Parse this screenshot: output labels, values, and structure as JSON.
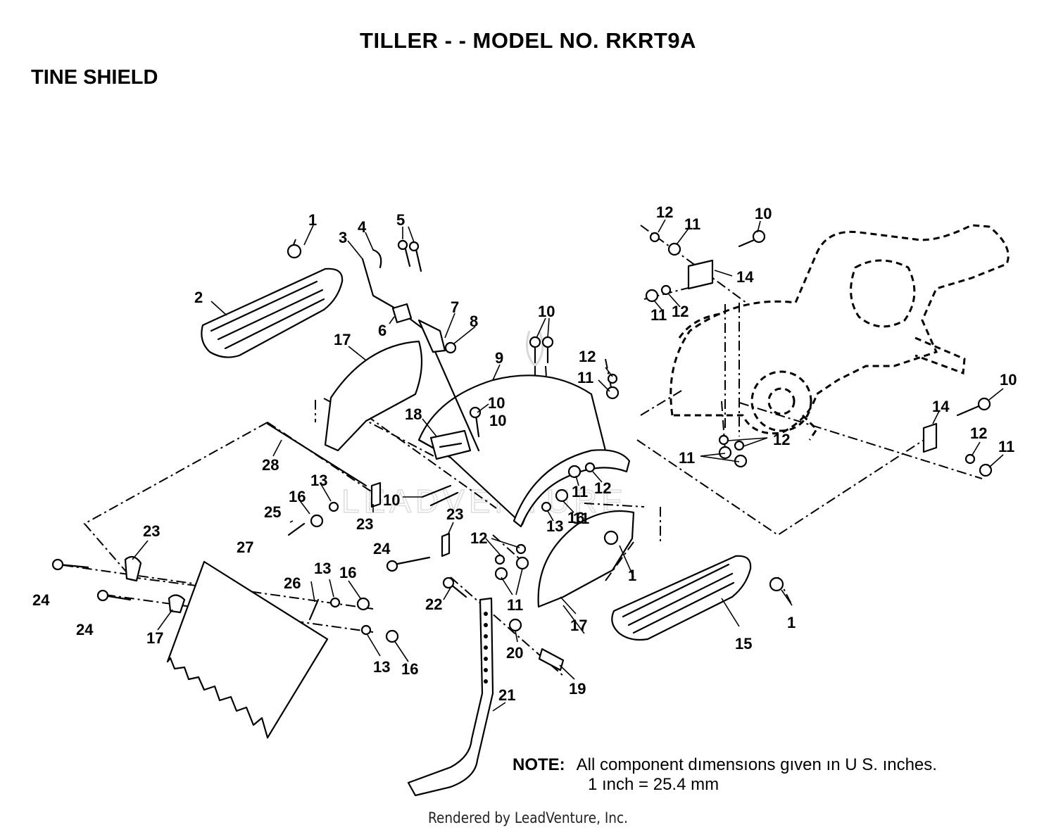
{
  "header": {
    "title": "TILLER - - MODEL NO. RKRT9A",
    "section": "TINE SHIELD"
  },
  "note": {
    "label": "NOTE:",
    "line1": "All component dımensıons gıven ın U S. ınches.",
    "line2": "1 ınch = 25.4 mm"
  },
  "footer": "Rendered by LeadVenture, Inc.",
  "watermark": "LEADVENTURE",
  "callouts": [
    "1",
    "2",
    "3",
    "4",
    "5",
    "6",
    "7",
    "8",
    "10",
    "9",
    "17",
    "18",
    "10",
    "28",
    "10",
    "23",
    "25",
    "16",
    "13",
    "13",
    "16",
    "23",
    "23",
    "24",
    "24",
    "27",
    "26",
    "24",
    "12",
    "11",
    "10",
    "12",
    "11",
    "14",
    "11",
    "12",
    "12",
    "11",
    "10",
    "14",
    "11",
    "12",
    "12",
    "11",
    "10",
    "11",
    "12",
    "11",
    "13",
    "16",
    "1",
    "17",
    "15",
    "1",
    "22",
    "20",
    "19",
    "21",
    "11",
    "12",
    "13",
    "16",
    "11",
    "12",
    "13",
    "16",
    "17"
  ]
}
